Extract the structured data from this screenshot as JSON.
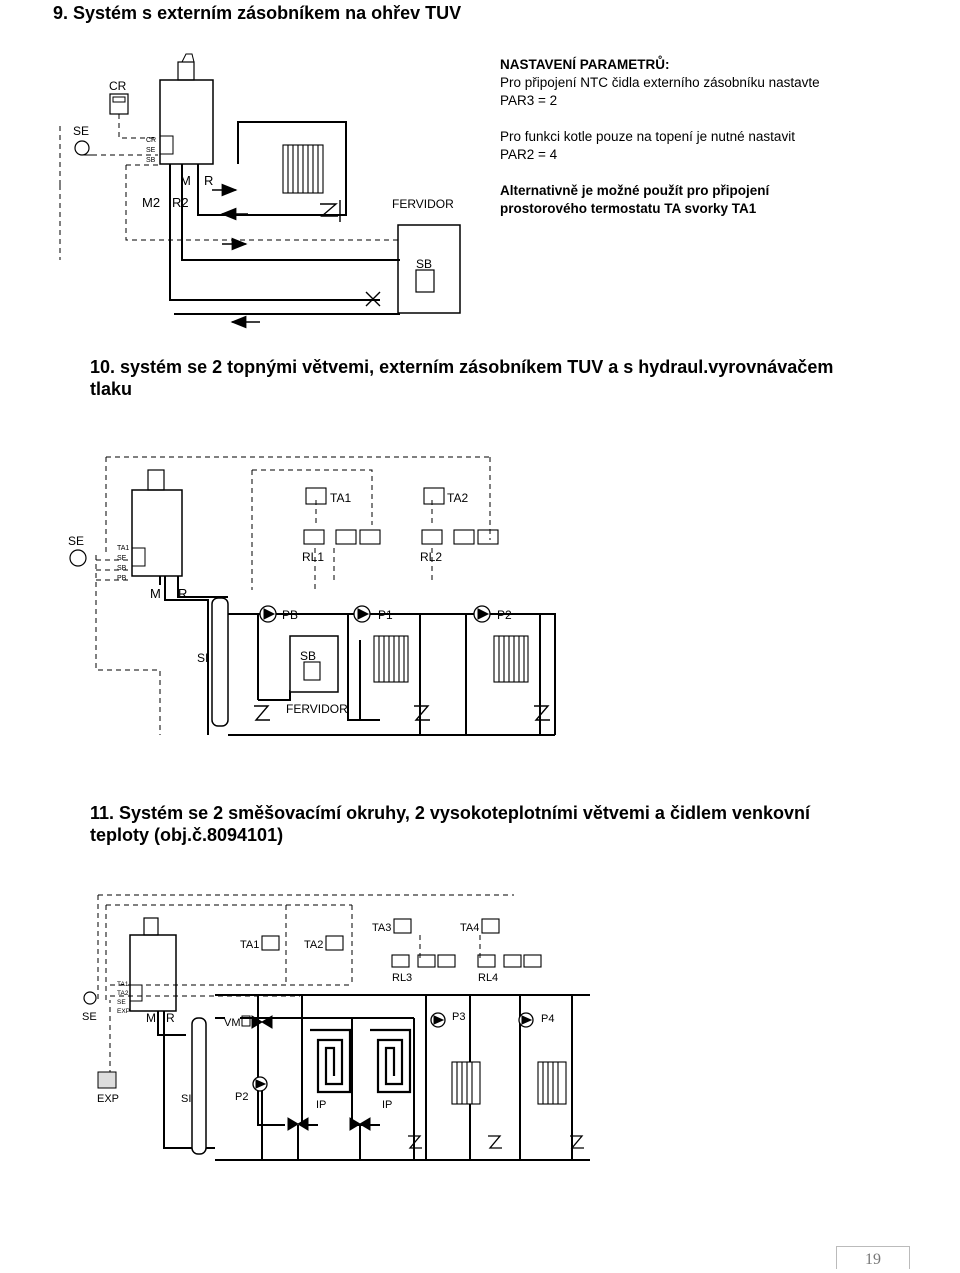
{
  "section9": {
    "heading": "9. Systém s externím zásobníkem na ohřev TUV",
    "params_heading": "NASTAVENÍ PARAMETRŮ:",
    "param_line1": "Pro připojení NTC čidla externího zásobníku nastavte",
    "param_line2": "PAR3 = 2",
    "param_line3": "Pro funkci kotle pouze na topení je nutné nastavit",
    "param_line4": "PAR2 = 4",
    "param_line5": "Alternativně je možné použít pro připojení",
    "param_line6": "prostorového termostatu TA svorky TA1",
    "diagram": {
      "cr": "CR",
      "se": "SE",
      "cr_small": "CR",
      "se_small": "SE",
      "sb_small": "SB",
      "m": "M",
      "r": "R",
      "m2": "M2",
      "r2": "R2",
      "fervidor": "FERVIDOR",
      "sb": "SB"
    }
  },
  "section10": {
    "heading_line1": "10. systém se 2 topnými větvemi, externím zásobníkem TUV a s  hydraul.vyrovnávačem",
    "heading_line2": "tlaku",
    "diagram": {
      "se": "SE",
      "ta1_small": "TA1",
      "se_small": "SE",
      "sb_small": "SB",
      "pb_small": "PB",
      "m": "M",
      "r": "R",
      "ta1": "TA1",
      "ta2": "TA2",
      "rl1": "RL1",
      "rl2": "RL2",
      "pb": "PB",
      "p1": "P1",
      "p2": "P2",
      "si": "SI",
      "sb": "SB",
      "fervidor": "FERVIDOR"
    }
  },
  "section11": {
    "heading_line1": "11. Systém se 2 směšovacímí okruhy, 2 vysokoteplotními větvemi a čidlem venkovní",
    "heading_line2": "teploty (obj.č.8094101)",
    "diagram": {
      "ta1_small": "TA1",
      "ta2_small": "TA2",
      "se_small": "SE",
      "exp_small": "EXP",
      "se": "SE",
      "m": "M",
      "r": "R",
      "ta1": "TA1",
      "ta2": "TA2",
      "ta3": "TA3",
      "ta4": "TA4",
      "rl3": "RL3",
      "rl4": "RL4",
      "vm": "VM",
      "p3": "P3",
      "p4": "P4",
      "exp": "EXP",
      "si": "SI",
      "p2": "P2",
      "ip1": "IP",
      "ip2": "IP"
    }
  },
  "footer": {
    "page_number": "19"
  }
}
